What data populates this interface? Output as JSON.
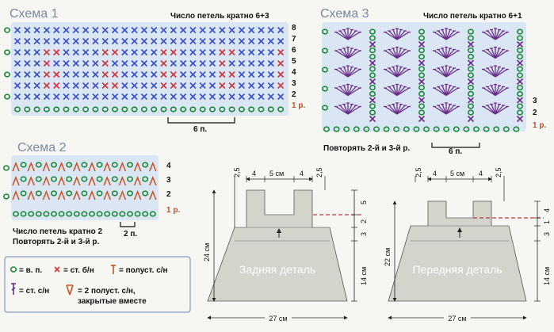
{
  "scheme1": {
    "title": "Схема 1",
    "note": "Число петель кратно 6+3",
    "repeat": "6 п.",
    "first_row": "1 р.",
    "rows": [
      "8",
      "7",
      "6",
      "5",
      "4",
      "3",
      "2"
    ]
  },
  "scheme2": {
    "title": "Схема 2",
    "note1": "Число петель кратно 2",
    "note2": "Повторять 2-й и 3-й р.",
    "repeat": "2 п.",
    "first_row": "1 р.",
    "rows": [
      "4",
      "3",
      "2"
    ]
  },
  "scheme3": {
    "title": "Схема 3",
    "note": "Число петель кратно 6+1",
    "repeat_rows": "Повторять 2-й и 3-й р.",
    "repeat": "6 п.",
    "first_row": "1 р.",
    "rows": [
      "3",
      "2"
    ]
  },
  "legend": {
    "chain": "= в. п.",
    "sc": "= ст. б/н",
    "hdc": "= полуст. с/н",
    "dc": "= ст. с/н",
    "hdc2tog_1": "= 2 полуст. с/н,",
    "hdc2tog_2": "закрытые вместе"
  },
  "back": {
    "label": "Задняя деталь",
    "top_dims": [
      "2,5",
      "4",
      "5 см",
      "4",
      "2,5"
    ],
    "right_dims": [
      "5",
      "2",
      "3"
    ],
    "height": "24 см",
    "skirt_height": "14 см",
    "width": "27 см"
  },
  "front": {
    "label": "Передняя деталь",
    "top_dims": [
      "2,5",
      "4",
      "5 см",
      "4",
      "2,5"
    ],
    "right_dims": [
      "4",
      "1",
      "3"
    ],
    "height": "22 см",
    "skirt_height": "14 см",
    "width": "27 см"
  },
  "colors": {
    "chain": "#1e8a3a",
    "sc_blue": "#3a4fc8",
    "sc_red": "#d2343a",
    "purple": "#6a2e8a",
    "orange": "#c8501e",
    "fabric": "#d4d4cc",
    "grid": "#c9d6ea"
  }
}
